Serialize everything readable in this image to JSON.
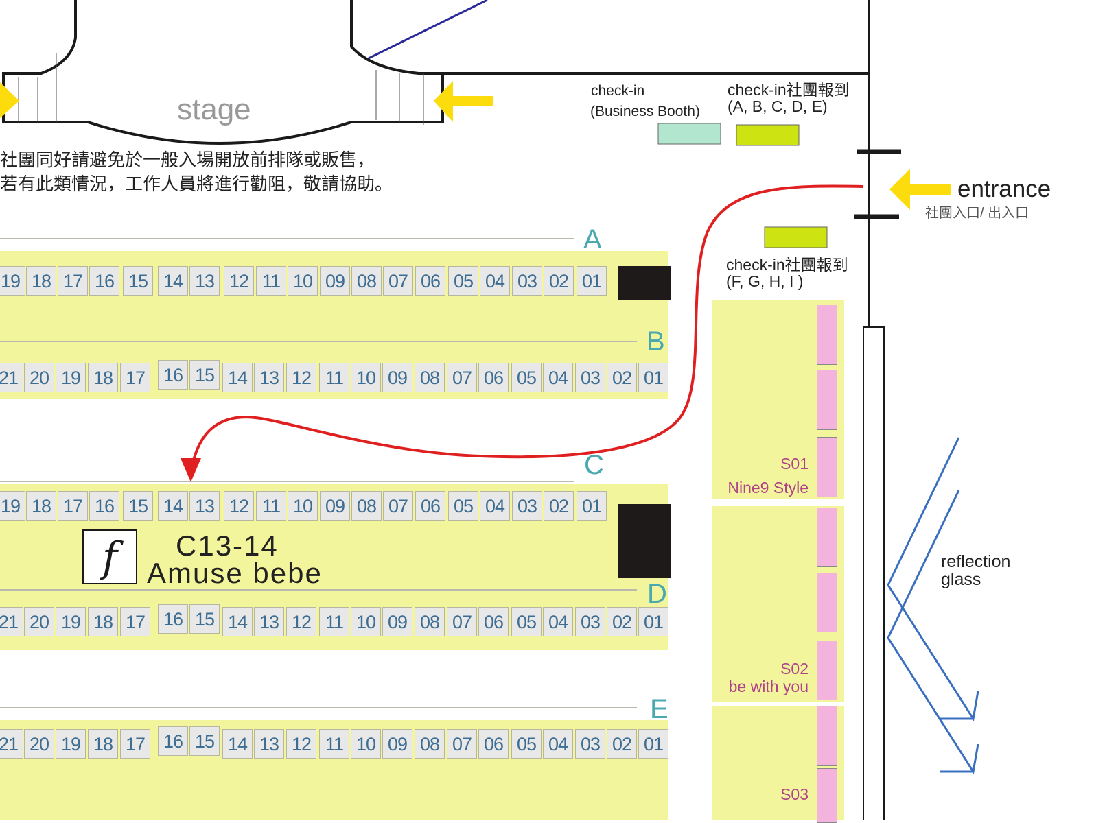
{
  "stage": {
    "label": "stage"
  },
  "notice": {
    "line1": "社團同好請避免於一般入場開放前排隊或販售，",
    "line2": "若有此類情況，工作人員將進行勸阻，敬請協助。"
  },
  "checkin": {
    "business_line1": "check-in",
    "business_line2": "(Business Booth)",
    "club_ae_line1": "check-in社團報到",
    "club_ae_line2": "(A, B, C, D, E)",
    "club_fi_line1": "check-in社團報到",
    "club_fi_line2": "(F, G, H, I )"
  },
  "entrance": {
    "label": "entrance",
    "sublabel": "社團入口/ 出入口"
  },
  "reflection": {
    "line1": "reflection",
    "line2": "glass"
  },
  "rows": {
    "A": {
      "letter": "A",
      "booths": [
        "19",
        "18",
        "17",
        "16",
        "15",
        "14",
        "13",
        "12",
        "11",
        "10",
        "09",
        "08",
        "07",
        "06",
        "05",
        "04",
        "03",
        "02",
        "01"
      ]
    },
    "B": {
      "letter": "B",
      "booths": [
        "21",
        "20",
        "19",
        "18",
        "17",
        "16",
        "15",
        "14",
        "13",
        "12",
        "11",
        "10",
        "09",
        "08",
        "07",
        "06",
        "05",
        "04",
        "03",
        "02",
        "01"
      ]
    },
    "C": {
      "letter": "C",
      "booths": [
        "19",
        "18",
        "17",
        "16",
        "15",
        "14",
        "13",
        "12",
        "11",
        "10",
        "09",
        "08",
        "07",
        "06",
        "05",
        "04",
        "03",
        "02",
        "01"
      ]
    },
    "D": {
      "letter": "D",
      "booths": [
        "21",
        "20",
        "19",
        "18",
        "17",
        "16",
        "15",
        "14",
        "13",
        "12",
        "11",
        "10",
        "09",
        "08",
        "07",
        "06",
        "05",
        "04",
        "03",
        "02",
        "01"
      ]
    },
    "E": {
      "letter": "E",
      "booths": [
        "21",
        "20",
        "19",
        "18",
        "17",
        "16",
        "15",
        "14",
        "13",
        "12",
        "11",
        "10",
        "09",
        "08",
        "07",
        "06",
        "05",
        "04",
        "03",
        "02",
        "01"
      ]
    }
  },
  "highlight": {
    "booth": "C13-14",
    "name": "Amuse bebe",
    "logo_text": "f"
  },
  "side_booths": [
    {
      "code": "S01",
      "name": "Nine9 Style"
    },
    {
      "code": "S02",
      "name": "be with you"
    },
    {
      "code": "S03",
      "name": ""
    }
  ],
  "colors": {
    "band": "#f3f59d",
    "checkin_green": "#cde312",
    "business_teal": "#b3e6cf",
    "arrow_yellow": "#fcdc0c",
    "route_red": "#e02020",
    "glass_blue": "#3a6fc0",
    "side_pink": "#f4b3dc"
  }
}
